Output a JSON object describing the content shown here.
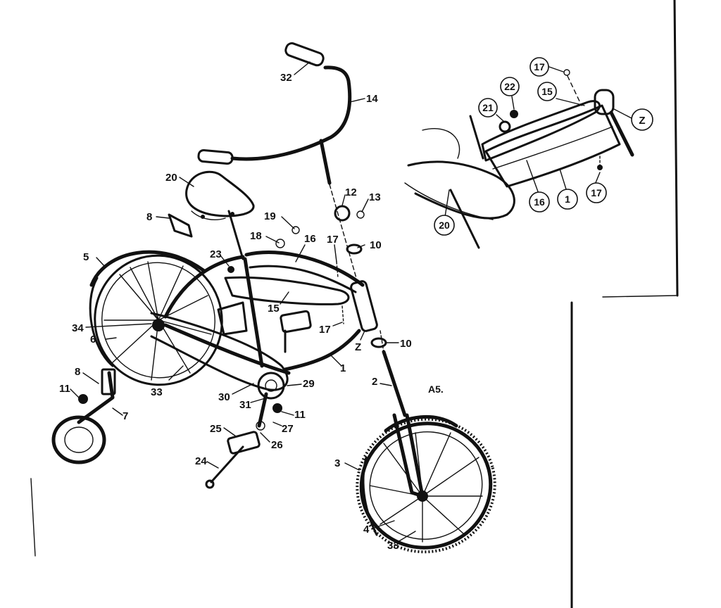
{
  "main_labels": {
    "p1": "1",
    "p2": "2",
    "p3": "3",
    "p4": "4",
    "p5": "5",
    "p6": "6",
    "p7": "7",
    "p8a": "8",
    "p8b": "8",
    "p10a": "10",
    "p10b": "10",
    "p11a": "11",
    "p11b": "11",
    "p12": "12",
    "p13": "13",
    "p14": "14",
    "p15": "15",
    "p16": "16",
    "p17a": "17",
    "p17b": "17",
    "p18": "18",
    "p19": "19",
    "p20": "20",
    "p23": "23",
    "p24": "24",
    "p25": "25",
    "p26": "26",
    "p27": "27",
    "p29": "29",
    "p30": "30",
    "p31": "31",
    "p32": "32",
    "p33a": "33",
    "p33b": "33",
    "p34": "34",
    "pZ": "Z"
  },
  "inset_labels": {
    "i17a": "17",
    "i22": "22",
    "i15": "15",
    "i21": "21",
    "iZ": "Z",
    "i16": "16",
    "i1": "1",
    "i17b": "17",
    "i20": "20"
  },
  "code": "A5."
}
